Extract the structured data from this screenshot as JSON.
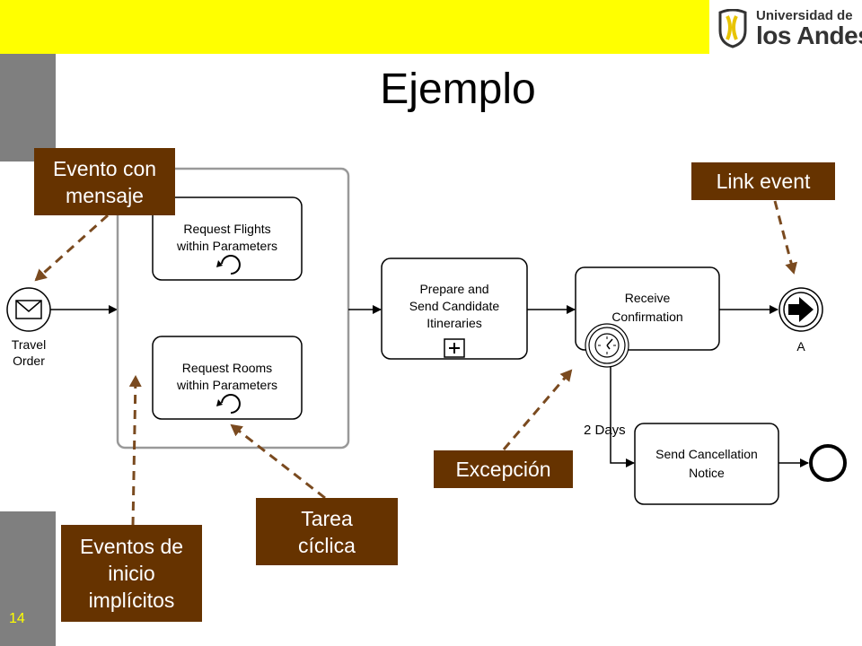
{
  "slide": {
    "title": "Ejemplo",
    "page_number": "14"
  },
  "logo": {
    "line1": "Universidad de",
    "line2": "los Andes"
  },
  "diagram": {
    "start_event_label_line1": "Travel",
    "start_event_label_line2": "Order",
    "task_flights_line1": "Request Flights",
    "task_flights_line2": "within Parameters",
    "task_rooms_line1": "Request Rooms",
    "task_rooms_line2": "within Parameters",
    "task_prepare_line1": "Prepare and",
    "task_prepare_line2": "Send Candidate",
    "task_prepare_line3": "Itineraries",
    "task_receive_line1": "Receive",
    "task_receive_line2": "Confirmation",
    "timer_label": "2 Days",
    "task_cancel_line1": "Send Cancellation",
    "task_cancel_line2": "Notice",
    "link_event_label": "A"
  },
  "callouts": {
    "message_event": [
      "Evento con",
      "mensaje"
    ],
    "link_event": "Link event",
    "implicit_start": [
      "Eventos de",
      "inicio",
      "implícitos"
    ],
    "loop_task": [
      "Tarea",
      "cíclica"
    ],
    "exception": "Excepción"
  },
  "colors": {
    "header": "#ffff00",
    "sidebar": "#7f7f7f",
    "callout_bg": "#663300",
    "callout_arrow": "#7a4a1f"
  }
}
